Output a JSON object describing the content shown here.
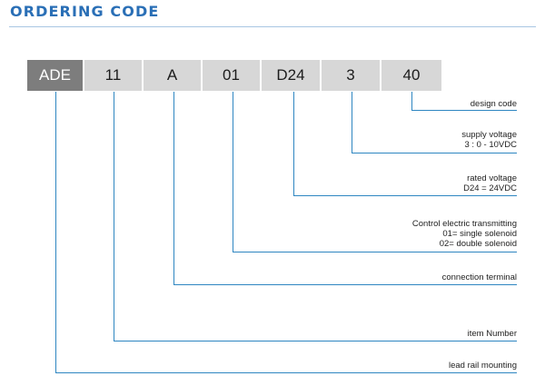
{
  "title": "ORDERING CODE",
  "code_segments": [
    "ADE",
    "11",
    "A",
    "01",
    "D24",
    "3",
    "40"
  ],
  "descriptions": {
    "design_code": [
      "design code"
    ],
    "supply_voltage": [
      "supply voltage",
      "3 : 0 - 10VDC"
    ],
    "rated_voltage": [
      "rated voltage",
      "D24 = 24VDC"
    ],
    "control": [
      "Control electric transmitting",
      "01= single solenoid",
      "02= double solenoid"
    ],
    "connection_terminal": [
      "connection terminal"
    ],
    "item_number": [
      "item Number"
    ],
    "lead_rail_mounting": [
      "lead rail mounting"
    ]
  },
  "colors": {
    "title": "#2a6fb6",
    "rule": "#a9c6e3",
    "connector": "#2e86c1",
    "box_first": "#7d7d7d",
    "box": "#d7d7d7"
  }
}
